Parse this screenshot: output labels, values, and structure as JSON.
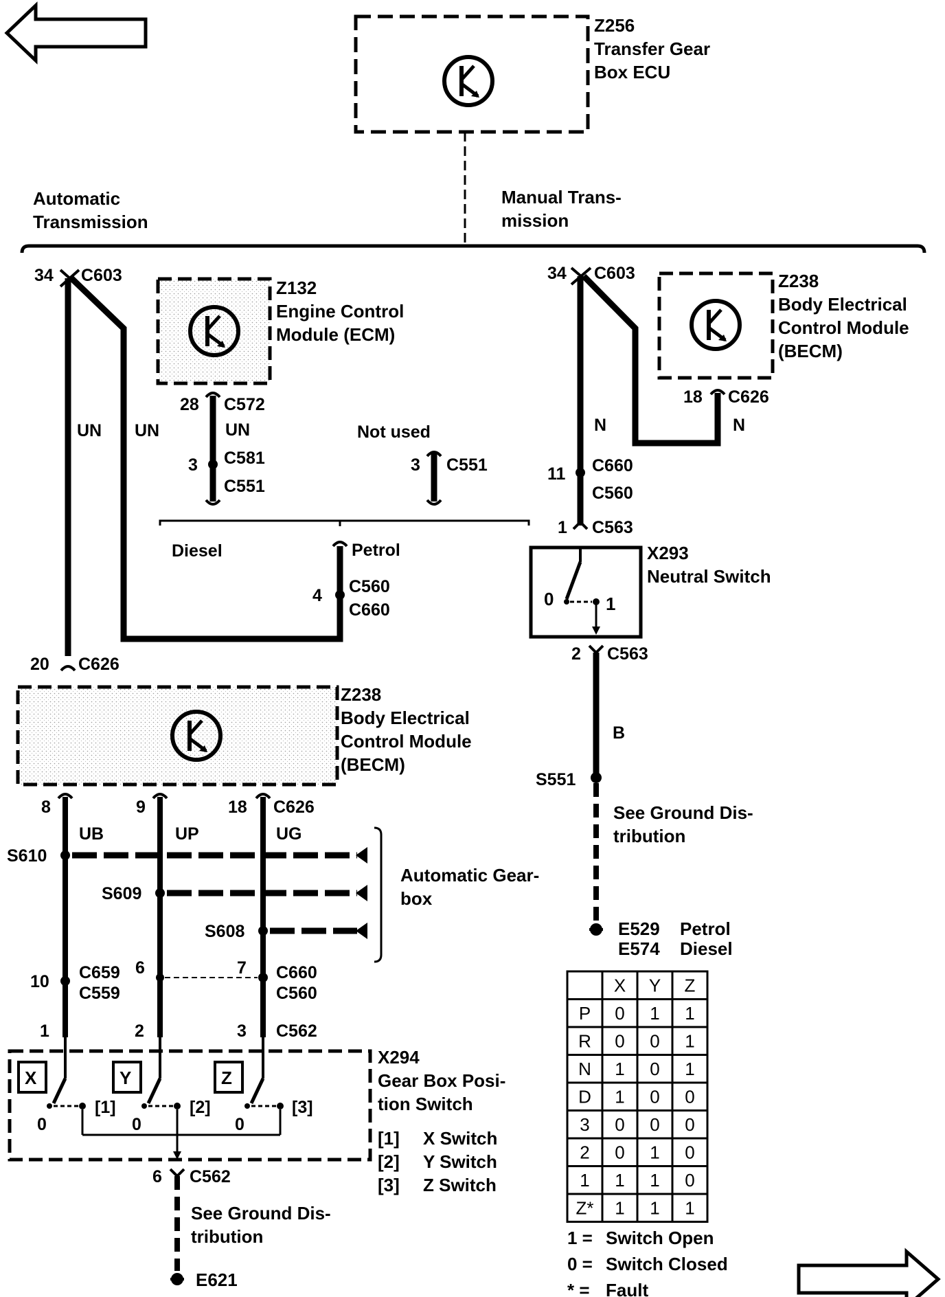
{
  "nav": {
    "prev_icon": "arrow-left-outline",
    "next_icon": "arrow-right-outline"
  },
  "labels": {
    "z256_id": "Z256",
    "z256_l1": "Transfer Gear",
    "z256_l2": "Box ECU",
    "auto_l1": "Automatic",
    "auto_l2": "Transmission",
    "manual_l1": "Manual Trans-",
    "manual_l2": "mission",
    "left_pin34": "34",
    "left_c603": "C603",
    "z132_id": "Z132",
    "z132_l1": "Engine Control",
    "z132_l2": "Module (ECM)",
    "right_pin34": "34",
    "right_c603": "C603",
    "z238r_id": "Z238",
    "z238r_l1": "Body Electrical",
    "z238r_l2": "Control Module",
    "z238r_l3": "(BECM)",
    "pin28": "28",
    "c572": "C572",
    "un_ecm": "UN",
    "pin3_c581": "3",
    "c581": "C581",
    "c551_left": "C551",
    "un_left": "UN",
    "un_mid": "UN",
    "not_used": "Not used",
    "pin3_c551": "3",
    "c551_right": "C551",
    "pin18_c626": "18",
    "c626_r": "C626",
    "n_left": "N",
    "n_right": "N",
    "pin11": "11",
    "c660_r": "C660",
    "c560_r": "C560",
    "pin1_c563": "1",
    "c563_top": "C563",
    "diesel": "Diesel",
    "petrol": "Petrol",
    "pin4": "4",
    "c560_m": "C560",
    "c660_m": "C660",
    "x293_id": "X293",
    "x293_l1": "Neutral Switch",
    "ns_0": "0",
    "ns_1": "1",
    "pin2_c563": "2",
    "c563_bot": "C563",
    "pin20": "20",
    "c626_left": "C626",
    "z238_id": "Z238",
    "z238_l1": "Body Electrical",
    "z238_l2": "Control Module",
    "z238_l3": "(BECM)",
    "b_wire": "B",
    "s551": "S551",
    "gnd1_l1": "See Ground Dis-",
    "gnd1_l2": "tribution",
    "e529": "E529",
    "e529_t": "Petrol",
    "e574": "E574",
    "e574_t": "Diesel",
    "pin8": "8",
    "pin9": "9",
    "pin18b": "18",
    "c626_b": "C626",
    "ub": "UB",
    "up": "UP",
    "ug": "UG",
    "s610": "S610",
    "s609": "S609",
    "s608": "S608",
    "agb_l1": "Automatic Gear-",
    "agb_l2": "box",
    "pin10": "10",
    "c659": "C659",
    "c559": "C559",
    "pin6": "6",
    "pin7": "7",
    "c660_b": "C660",
    "c560_b": "C560",
    "pin1b": "1",
    "pin2b": "2",
    "pin3b": "3",
    "c562_top": "C562",
    "x294_id": "X294",
    "x294_l1": "Gear Box Posi-",
    "x294_l2": "tion Switch",
    "sw_x": "X",
    "sw_y": "Y",
    "sw_z": "Z",
    "x_0": "0",
    "y_0": "0",
    "z_0": "0",
    "br1": "[1]",
    "br2": "[2]",
    "br3": "[3]",
    "leg1_k": "[1]",
    "leg1_v": "X Switch",
    "leg2_k": "[2]",
    "leg2_v": "Y Switch",
    "leg3_k": "[3]",
    "leg3_v": "Z Switch",
    "pin6b": "6",
    "c562_bot": "C562",
    "gnd2_l1": "See Ground Dis-",
    "gnd2_l2": "tribution",
    "e621": "E621"
  },
  "truth_table": {
    "headers": [
      "",
      "X",
      "Y",
      "Z"
    ],
    "rows": [
      [
        "P",
        "0",
        "1",
        "1"
      ],
      [
        "R",
        "0",
        "0",
        "1"
      ],
      [
        "N",
        "1",
        "0",
        "1"
      ],
      [
        "D",
        "1",
        "0",
        "0"
      ],
      [
        "3",
        "0",
        "0",
        "0"
      ],
      [
        "2",
        "0",
        "1",
        "0"
      ],
      [
        "1",
        "1",
        "1",
        "0"
      ],
      [
        "Z*",
        "1",
        "1",
        "1"
      ]
    ],
    "legend": [
      {
        "k": "1 =",
        "v": "Switch Open"
      },
      {
        "k": "0 =",
        "v": "Switch Closed"
      },
      {
        "k": "* =",
        "v": "Fault"
      }
    ]
  }
}
